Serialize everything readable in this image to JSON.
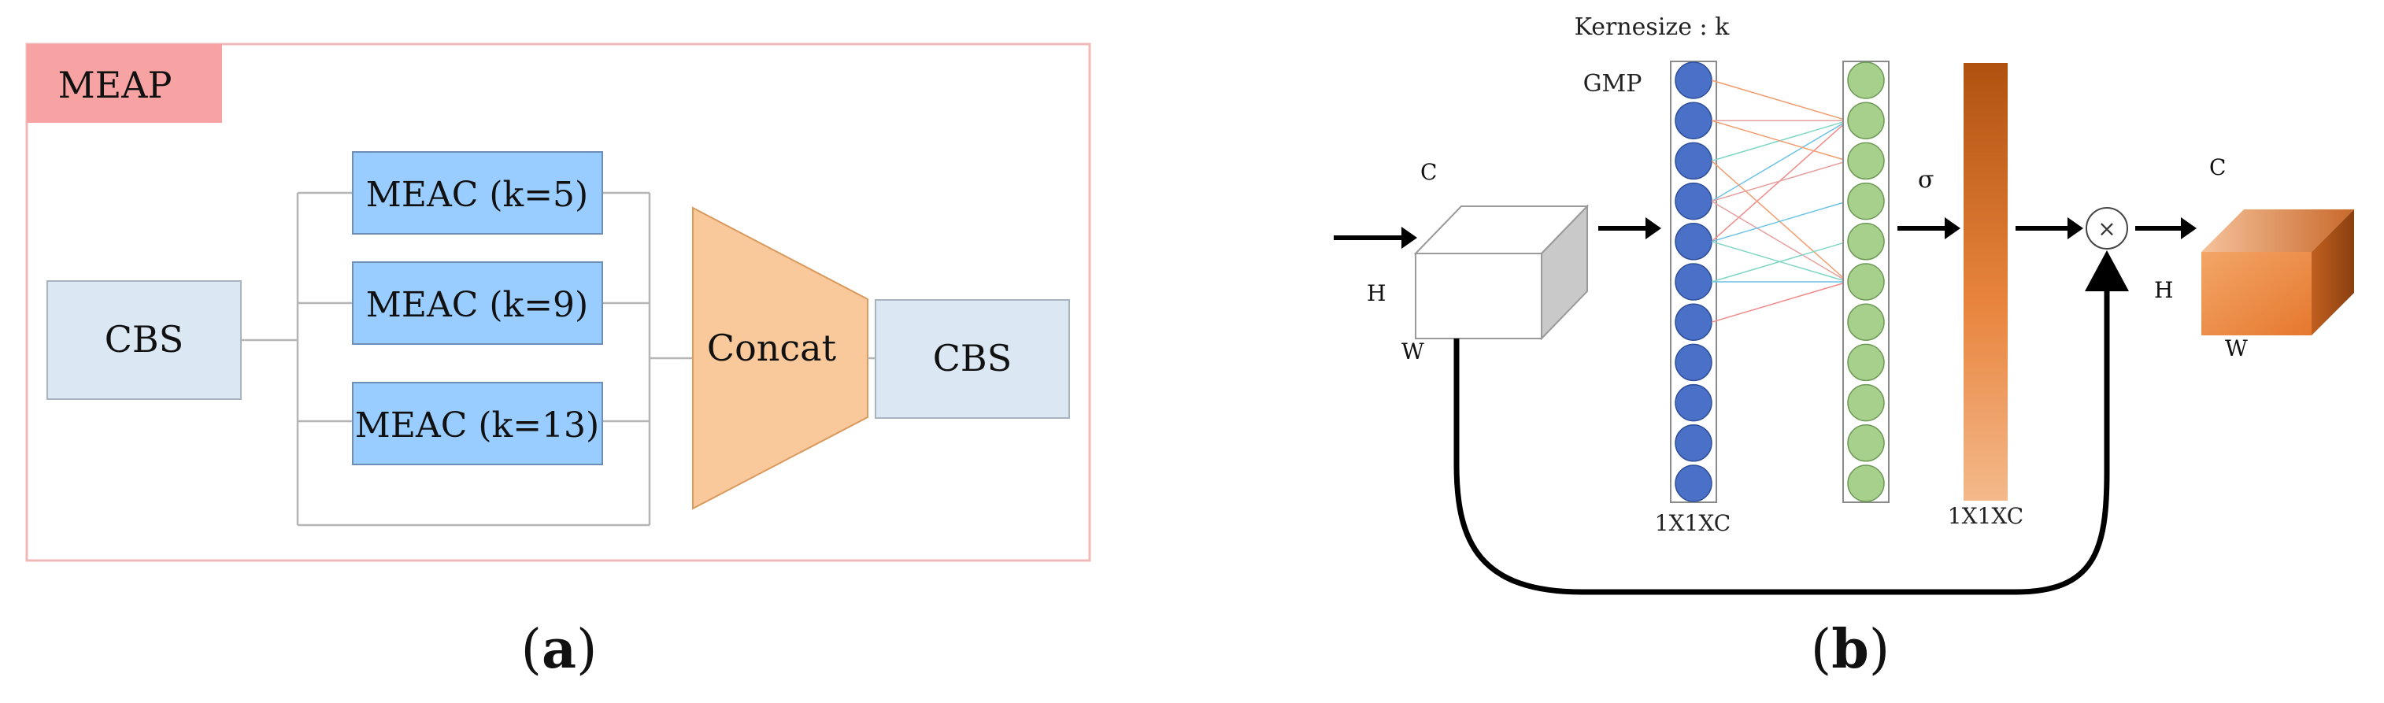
{
  "panel_a": {
    "title": "MEAP",
    "input_block": "CBS",
    "branches": [
      "MEAC (k=5)",
      "MEAC (k=9)",
      "MEAC (k=13)"
    ],
    "concat": "Concat",
    "output_block": "CBS",
    "caption": {
      "open": "(",
      "letter": "a",
      "close": ")"
    }
  },
  "panel_b": {
    "kernel_label": "Kernesize : k",
    "gmp_label": "GMP",
    "input_dims": {
      "c": "C",
      "h": "H",
      "w": "W"
    },
    "output_dims": {
      "c": "C",
      "h": "H",
      "w": "W"
    },
    "vector1_label": "1X1XC",
    "vector2_label": "1X1XC",
    "sigma": "σ",
    "multiply": "×",
    "blue_circle_count": 11,
    "green_circle_count": 11,
    "caption": {
      "open": "(",
      "letter": "b",
      "close": ")"
    }
  },
  "colors": {
    "frame_border": "#f2b7b7",
    "title_fill": "#f7a3a3",
    "cbs_fill": "#dbe8f4",
    "meac_fill": "#99ccff",
    "concat_fill": "#f9c89b",
    "blue_circle": "#4a70c8",
    "green_circle": "#a7d08c",
    "conn_lines": [
      "#f39b6b",
      "#e6a0a0",
      "#7fd6c6",
      "#6cc3e6",
      "#f08a8a"
    ]
  }
}
